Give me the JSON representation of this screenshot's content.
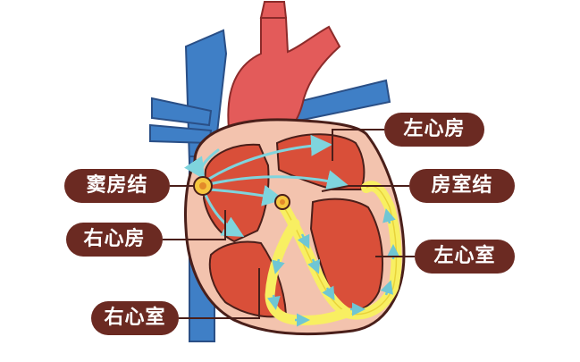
{
  "labels": {
    "sinoatrial_node": "窦房结",
    "right_atrium": "右心房",
    "right_ventricle": "右心室",
    "left_atrium": "左心房",
    "atrioventricular_node": "房室结",
    "left_ventricle": "左心室"
  },
  "colors": {
    "vein_blue": "#3f7fc6",
    "artery_red": "#e35b5a",
    "heart_wall": "#f3c3ae",
    "chamber_red": "#d94f39",
    "conduction_yellow": "#f8ef62",
    "signal_cyan": "#7fd4dd",
    "node_yellow": "#f6c63e",
    "label_brown": "#6b2a22",
    "outline": "#4a1f1a"
  }
}
